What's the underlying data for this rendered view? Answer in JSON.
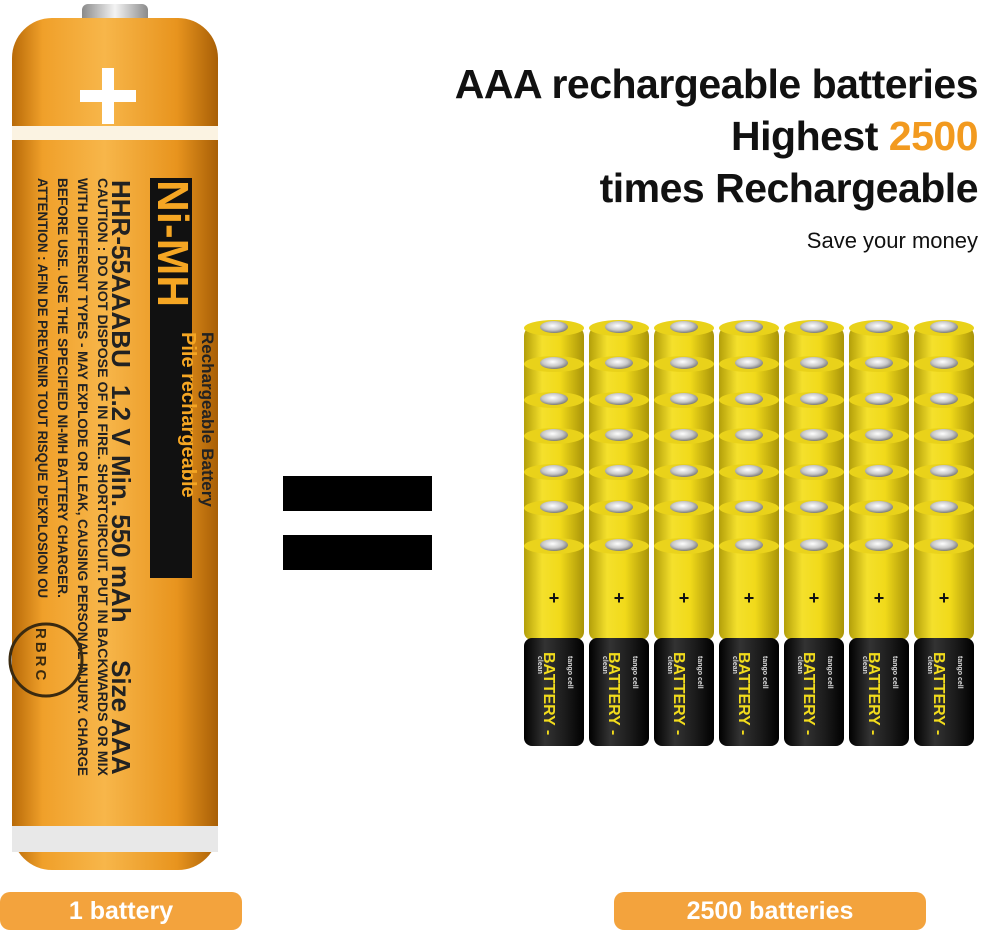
{
  "headline": {
    "line1": "AAA rechargeable batteries",
    "line2_prefix": "Highest ",
    "line2_accent": "2500",
    "line3": "times Rechargeable",
    "sub": "Save your money"
  },
  "single_battery": {
    "brand": "Ni-MH",
    "type_en": "Rechargeable Battery",
    "type_fr": "Pile rechargeable",
    "model": "HHR-55AAABU",
    "voltage": "1.2 V",
    "capacity": "Min. 550 mAh",
    "size": "Size AAA",
    "caution_1": "CAUTION : DO NOT DISPOSE OF IN FIRE. SHORTCIRCUIT. PUT IN BACKWARDS OR MIX",
    "caution_2": "WITH DIFFERENT TYPES - MAY EXPLODE OR LEAK, CAUSING PERSONAL INJURY. CHARGE",
    "caution_3": "BEFORE USE. USE THE SPECIFIED NI-MH BATTERY CHARGER.",
    "caution_4": "ATTENTION : AFIN DE PREVENIR TOUT RISQUE D'EXPLOSION OU",
    "rbrc": "RBRC"
  },
  "grid_battery": {
    "small_top": "clean",
    "main": "BATTERY",
    "small_bottom": "tango cell",
    "plus": "+",
    "minus": "-"
  },
  "labels": {
    "left": "1 battery",
    "right": "2500 batteries"
  },
  "colors": {
    "accent": "#f29a1f",
    "pill": "#f3a33d",
    "battery_orange": "#f0a02a",
    "battery_yellow": "#f2dc1c"
  }
}
